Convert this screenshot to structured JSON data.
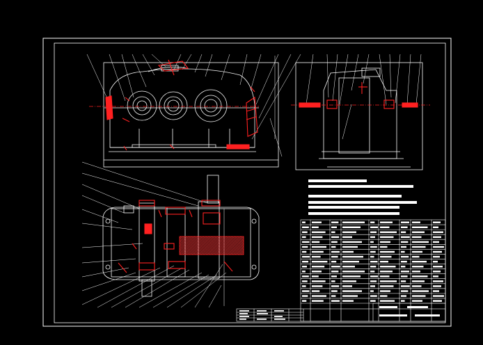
{
  "colors": {
    "background": "#000000",
    "linework": "#ffffff",
    "section": "#ff2020",
    "hatch": "#ff3a3a"
  },
  "views": {
    "front": {
      "name": "front-elevation-view",
      "shafts": 3
    },
    "side": {
      "name": "side-elevation-view"
    },
    "plan": {
      "name": "top-section-view"
    }
  },
  "notes_lines": 6,
  "parts_table": {
    "columns": 8,
    "rows": 17
  },
  "title_block": {
    "rows": 4
  }
}
